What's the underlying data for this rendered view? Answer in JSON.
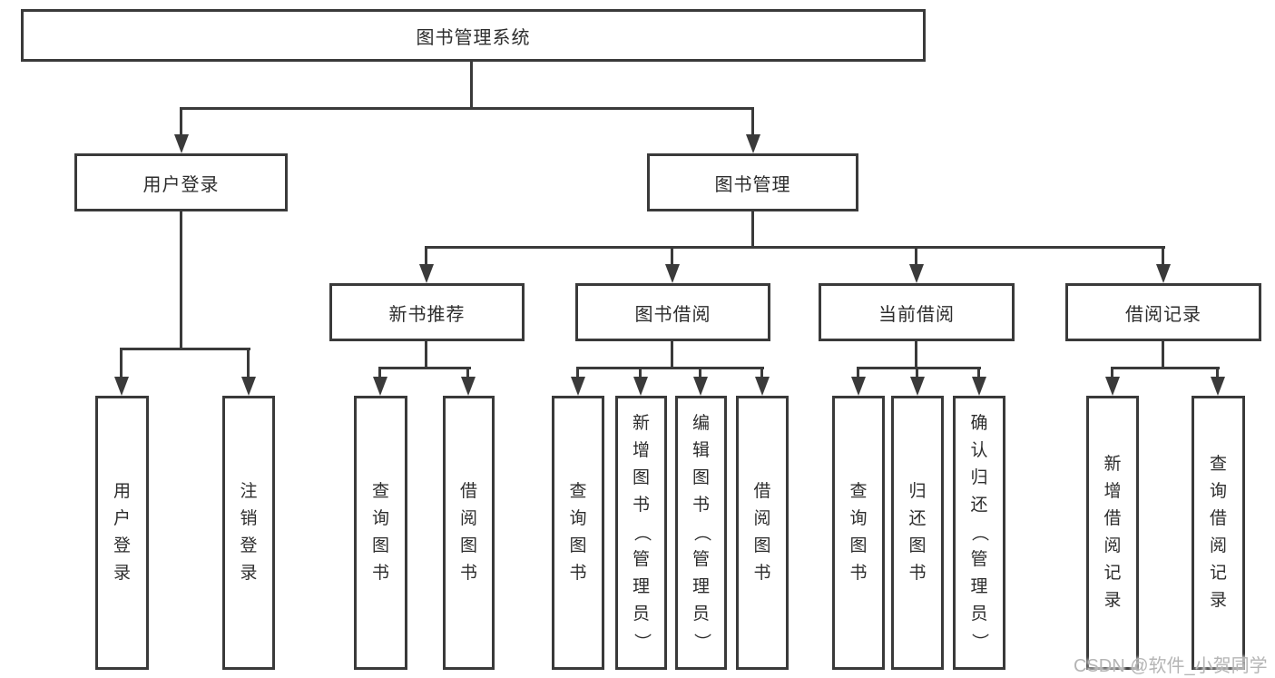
{
  "diagram": {
    "title": "图书管理系统",
    "type": "hierarchy-tree",
    "colors": {
      "background": "#ffffff",
      "line": "#3a3a3a",
      "box_border": "#3a3a3a",
      "text": "#2d2d2d",
      "watermark": "#b5b5b5"
    },
    "watermark": "CSDN @软件_小贺同学"
  },
  "nodes": {
    "root": "图书管理系统",
    "user_login": "用户登录",
    "book_mgmt": "图书管理",
    "new_book_rec": "新书推荐",
    "book_borrow": "图书借阅",
    "current_borrow": "当前借阅",
    "borrow_records": "借阅记录",
    "leaf_user_login": "用户登录",
    "leaf_logout": "注销登录",
    "leaf_query_book_1": "查询图书",
    "leaf_borrow_book_1": "借阅图书",
    "leaf_query_book_2": "查询图书",
    "leaf_add_book": "新增图书（管理员）",
    "leaf_edit_book": "编辑图书（管理员）",
    "leaf_borrow_book_2": "借阅图书",
    "leaf_query_book_3": "查询图书",
    "leaf_return_book": "归还图书",
    "leaf_confirm_return": "确认归还（管理员）",
    "leaf_add_record": "新增借阅记录",
    "leaf_query_record": "查询借阅记录"
  },
  "hierarchy": {
    "root": "图书管理系统",
    "children": [
      {
        "label": "用户登录",
        "children": [
          "用户登录",
          "注销登录"
        ]
      },
      {
        "label": "图书管理",
        "children": [
          {
            "label": "新书推荐",
            "children": [
              "查询图书",
              "借阅图书"
            ]
          },
          {
            "label": "图书借阅",
            "children": [
              "查询图书",
              "新增图书（管理员）",
              "编辑图书（管理员）",
              "借阅图书"
            ]
          },
          {
            "label": "当前借阅",
            "children": [
              "查询图书",
              "归还图书",
              "确认归还（管理员）"
            ]
          },
          {
            "label": "借阅记录",
            "children": [
              "新增借阅记录",
              "查询借阅记录"
            ]
          }
        ]
      }
    ]
  }
}
